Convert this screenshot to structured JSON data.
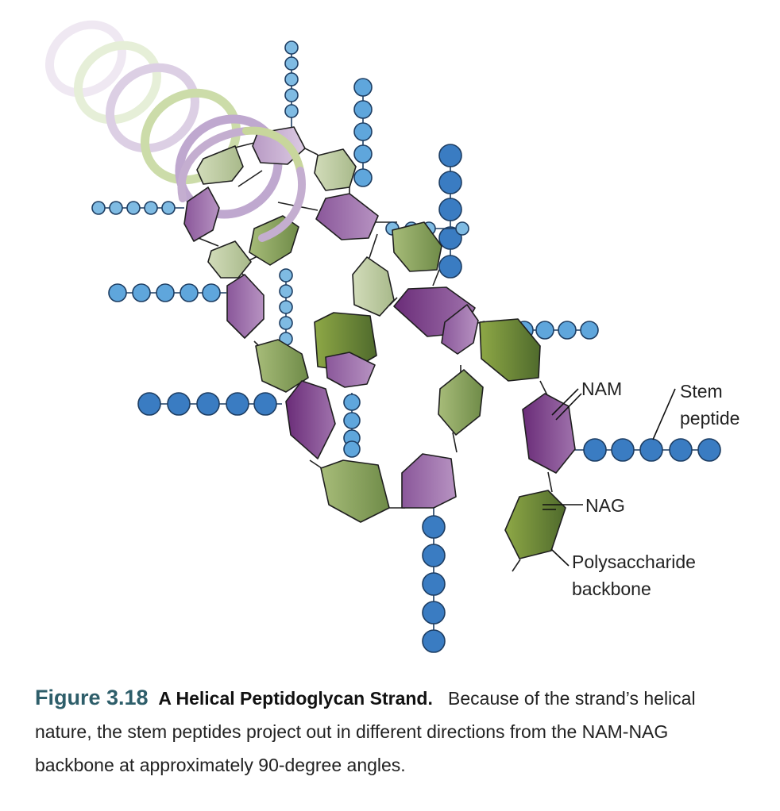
{
  "labels": {
    "nam": "NAM",
    "stem_line1": "Stem",
    "stem_line2": "peptide",
    "nag": "NAG",
    "backbone_line1": "Polysaccharide",
    "backbone_line2": "backbone"
  },
  "caption": {
    "figure_number": "Figure 3.18",
    "title": "A Helical Peptidoglycan Strand.",
    "text": "Because of the strand’s helical nature, the stem peptides project out in different directions from the NAM-NAG backbone at approximately 90-degree angles."
  },
  "colors": {
    "nam": "#7e3f8a",
    "nag": "#8aa24e",
    "peptide_light": "#7fbbe3",
    "peptide_dark": "#3a7cc2"
  }
}
